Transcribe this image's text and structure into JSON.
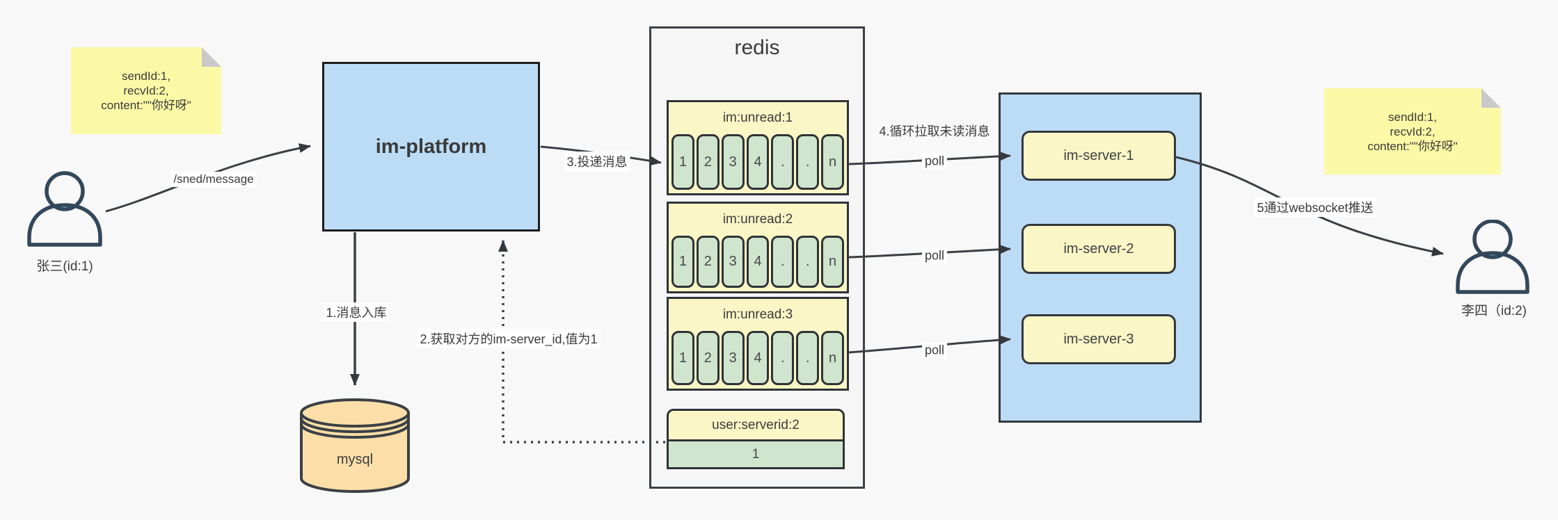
{
  "colors": {
    "background": "#f8f8f8",
    "blue_fill": "#bcdcf5",
    "yellow_note": "#fbf9a5",
    "yellow_box": "#fbf6c6",
    "green_cell": "#cfe5cd",
    "orange_db": "#fcdfa8",
    "stroke": "#33383d",
    "actor_stroke": "#33475b"
  },
  "actors": {
    "sender": "张三(id:1)",
    "receiver": "李四（id:2)"
  },
  "notes": {
    "sender": {
      "line1": "sendId:1,",
      "line2": "recvId:2,",
      "line3": "content:\"\"你好呀\""
    },
    "receiver": {
      "line1": "sendId:1,",
      "line2": "recvId:2,",
      "line3": "content:\"\"你好呀\""
    }
  },
  "platform": {
    "label": "im-platform"
  },
  "database": {
    "label": "mysql"
  },
  "redis": {
    "title": "redis",
    "queues": [
      {
        "name": "im:unread:1",
        "cells": [
          "1",
          "2",
          "3",
          "4",
          ".",
          ".",
          "n"
        ]
      },
      {
        "name": "im:unread:2",
        "cells": [
          "1",
          "2",
          "3",
          "4",
          ".",
          ".",
          "n"
        ]
      },
      {
        "name": "im:unread:3",
        "cells": [
          "1",
          "2",
          "3",
          "4",
          ".",
          ".",
          "n"
        ]
      }
    ],
    "mapping": {
      "name": "user:serverid:2",
      "value": "1"
    }
  },
  "servers": {
    "items": [
      "im-server-1",
      "im-server-2",
      "im-server-3"
    ]
  },
  "edges": {
    "send": "/sned/message",
    "step1": "1.消息入库",
    "step2": "2.获取对方的im-server_id,值为1",
    "step3": "3.投递消息",
    "step4": "4.循环拉取未读消息",
    "step5": "5通过websocket推送",
    "poll": "poll"
  }
}
